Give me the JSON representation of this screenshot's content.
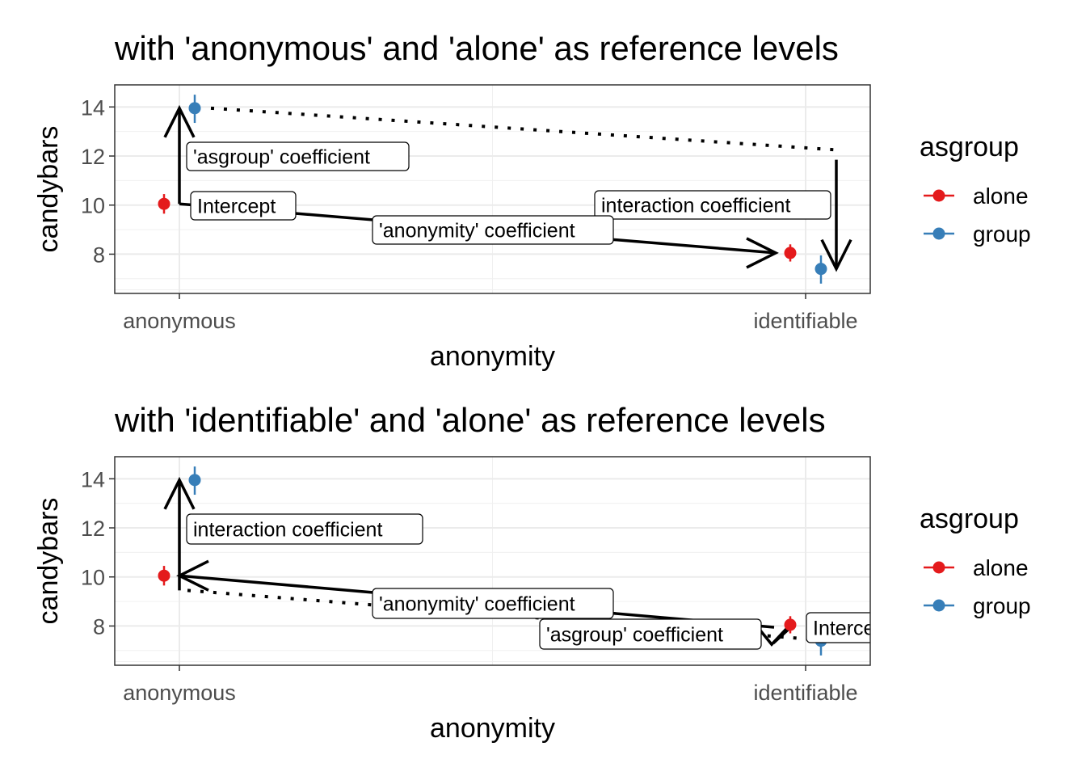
{
  "chart_data": [
    {
      "type": "scatter",
      "title": "with 'anonymous' and 'alone' as reference levels",
      "xlabel": "anonymity",
      "ylabel": "candybars",
      "categories": [
        "anonymous",
        "identifiable"
      ],
      "ylim": [
        6.4,
        14.9
      ],
      "yticks": [
        "8",
        "10",
        "12",
        "14"
      ],
      "grid": true,
      "legend": {
        "title": "asgroup",
        "position": "right",
        "entries": [
          "alone",
          "group"
        ]
      },
      "series": [
        {
          "name": "alone",
          "color": "#E41A1C",
          "values": [
            10.05,
            8.05
          ],
          "lower": [
            9.65,
            7.7
          ],
          "upper": [
            10.45,
            8.4
          ]
        },
        {
          "name": "group",
          "color": "#377EB8",
          "values": [
            13.95,
            7.4
          ],
          "lower": [
            13.35,
            6.8
          ],
          "upper": [
            14.5,
            7.95
          ]
        }
      ],
      "annotations": [
        {
          "label": "'asgroup' coefficient"
        },
        {
          "label": "Intercept"
        },
        {
          "label": "interaction coefficient"
        },
        {
          "label": "'anonymity' coefficient"
        }
      ]
    },
    {
      "type": "scatter",
      "title": "with 'identifiable' and 'alone' as reference levels",
      "xlabel": "anonymity",
      "ylabel": "candybars",
      "categories": [
        "anonymous",
        "identifiable"
      ],
      "ylim": [
        6.4,
        14.9
      ],
      "yticks": [
        "8",
        "10",
        "12",
        "14"
      ],
      "grid": true,
      "legend": {
        "title": "asgroup",
        "position": "right",
        "entries": [
          "alone",
          "group"
        ]
      },
      "series": [
        {
          "name": "alone",
          "color": "#E41A1C",
          "values": [
            10.05,
            8.05
          ],
          "lower": [
            9.65,
            7.7
          ],
          "upper": [
            10.45,
            8.4
          ]
        },
        {
          "name": "group",
          "color": "#377EB8",
          "values": [
            13.95,
            7.4
          ],
          "lower": [
            13.35,
            6.8
          ],
          "upper": [
            14.5,
            7.95
          ]
        }
      ],
      "annotations": [
        {
          "label": "interaction coefficient"
        },
        {
          "label": "'anonymity' coefficient"
        },
        {
          "label": "'asgroup' coefficient"
        },
        {
          "label": "Intercept"
        }
      ]
    }
  ]
}
